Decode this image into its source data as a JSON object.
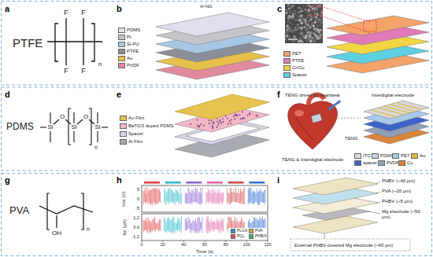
{
  "diagram": {
    "labels": [
      "a",
      "PTFE",
      "F",
      "F",
      "F",
      "F",
      "n",
      "b",
      "H-NG",
      "c",
      "d",
      "PDMS",
      "Si",
      "O",
      "Si",
      "O",
      "Si",
      "n",
      "e",
      "f",
      "TENG driven by heartbeat",
      "Interdigital electrode",
      "TENG",
      "TENG & Interdigital electrode",
      "g",
      "PVA",
      "OH",
      "n",
      "h",
      "Voc (V)",
      "Isc (μA)",
      "Time (s)",
      "0",
      "20",
      "40",
      "60",
      "80",
      "100",
      "120",
      "5",
      "0",
      "-5",
      "1.2",
      "0.0",
      "-1.2",
      "i",
      "PHBV (~40 μm)",
      "PVA (~20 μm)",
      "PHBV (~5 μm)",
      "Mg electrode (~50 μm)",
      "External PHBV-covered Mg electrode (~60 μm)"
    ],
    "legend": [
      {
        "text": "PDMS",
        "color": "#e2def0"
      },
      {
        "text": "Pt",
        "color": "#c4c4ca"
      },
      {
        "text": "Si-PU",
        "color": "#a7c6e4"
      },
      {
        "text": "PTFE",
        "color": "#8a8e98"
      },
      {
        "text": "Au",
        "color": "#e6c04a"
      },
      {
        "text": "PVDF",
        "color": "#e28a9e"
      },
      {
        "text": "PET",
        "color": "#f4a36a"
      },
      {
        "text": "PTFE",
        "color": "#e07ab8"
      },
      {
        "text": "Cr/Cu",
        "color": "#f2d544"
      },
      {
        "text": "Spacer",
        "color": "#5fd0e0"
      },
      {
        "text": "Au Film",
        "color": "#e6c24e"
      },
      {
        "text": "BaTiO3 doped PDMS",
        "color": "#f2b6c4"
      },
      {
        "text": "Spacer",
        "color": "#d9d4ec"
      },
      {
        "text": "Al Film",
        "color": "#a9abb2"
      },
      {
        "text": "ITO",
        "color": "#d8d8d8"
      },
      {
        "text": "PDMS",
        "color": "#c6d2e0"
      },
      {
        "text": "PET",
        "color": "#a9c9ea"
      },
      {
        "text": "Au",
        "color": "#e2b93c"
      },
      {
        "text": "spacer",
        "color": "#3d62c8"
      },
      {
        "text": "PVDF",
        "color": "#8fa0b8"
      },
      {
        "text": "Cu",
        "color": "#d8843a"
      },
      {
        "text": "PLGA",
        "color": "#2f8fd0"
      },
      {
        "text": "PCL",
        "color": "#e04848"
      },
      {
        "text": "PVA",
        "color": "#e0a030"
      },
      {
        "text": "PHB/V",
        "color": "#3cb878"
      }
    ]
  }
}
